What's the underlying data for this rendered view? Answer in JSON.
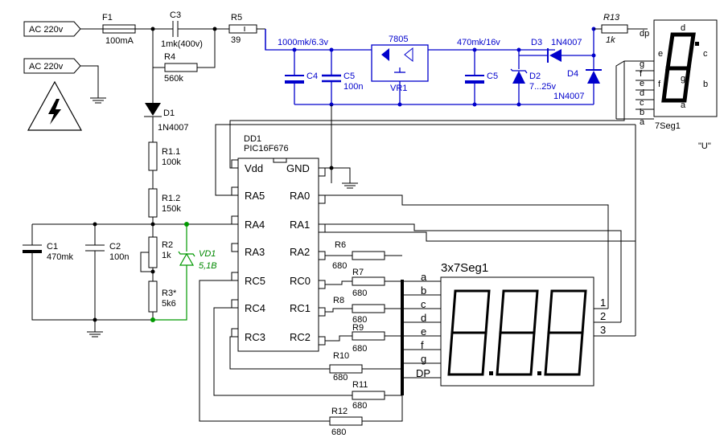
{
  "inputs": {
    "ac1": "AC 220v",
    "ac2": "AC 220v"
  },
  "components": {
    "f1": {
      "ref": "F1",
      "value": "100mA"
    },
    "c3": {
      "ref": "C3",
      "value": "1mk(400v)"
    },
    "r4": {
      "ref": "R4",
      "value": "560k"
    },
    "r5": {
      "ref": "R5",
      "value": "39"
    },
    "r13": {
      "ref": "R13",
      "value": "1k"
    },
    "d1": {
      "ref": "D1",
      "value": "1N4007"
    },
    "r1_1": {
      "ref": "R1.1",
      "value": "100k"
    },
    "r1_2": {
      "ref": "R1.2",
      "value": "150k"
    },
    "r2": {
      "ref": "R2",
      "value": "1k"
    },
    "r3": {
      "ref": "R3*",
      "value": "5k6"
    },
    "c1": {
      "ref": "C1",
      "value": "470mk"
    },
    "c2": {
      "ref": "C2",
      "value": "100n"
    },
    "vd1": {
      "ref": "VD1",
      "value": "5,1B"
    },
    "c4": {
      "ref": "C4",
      "value": "1000mk/6.3v"
    },
    "c5a": {
      "ref": "C5",
      "value": "100n"
    },
    "vr1": {
      "ref": "VR1",
      "value": "7805"
    },
    "c5b": {
      "ref": "C5",
      "value": "470mk/16v"
    },
    "d2": {
      "ref": "D2",
      "value": "7...25v"
    },
    "d3": {
      "ref": "D3",
      "value": "1N4007"
    },
    "d4": {
      "ref": "D4",
      "value": "1N4007"
    },
    "r6": {
      "ref": "R6",
      "value": "680"
    },
    "r7": {
      "ref": "R7",
      "value": "680"
    },
    "r8": {
      "ref": "R8",
      "value": "680"
    },
    "r9": {
      "ref": "R9",
      "value": "680"
    },
    "r10": {
      "ref": "R10",
      "value": "680"
    },
    "r11": {
      "ref": "R11",
      "value": "680"
    },
    "r12": {
      "ref": "R12",
      "value": "680"
    }
  },
  "mcu": {
    "ref": "DD1",
    "part": "PIC16F676",
    "left_pins": [
      "Vdd",
      "RA5",
      "RA4",
      "RA3",
      "RC5",
      "RC4",
      "RC3"
    ],
    "right_pins": [
      "GND",
      "RA0",
      "RA1",
      "RA2",
      "RC0",
      "RC1",
      "RC2"
    ]
  },
  "display": {
    "ref": "3x7Seg1",
    "segment_labels": [
      "a",
      "b",
      "c",
      "d",
      "e",
      "f",
      "g",
      "DP"
    ],
    "digit_pins": [
      "1",
      "2",
      "3"
    ]
  },
  "seg7": {
    "ref": "7Seg1",
    "shown_char": "\"U\"",
    "pin_labels": [
      "dp",
      "g",
      "f",
      "e",
      "d",
      "c",
      "b",
      "a"
    ],
    "inner_labels": [
      "d",
      "e",
      "c",
      "g",
      "f",
      "b",
      "a"
    ]
  }
}
